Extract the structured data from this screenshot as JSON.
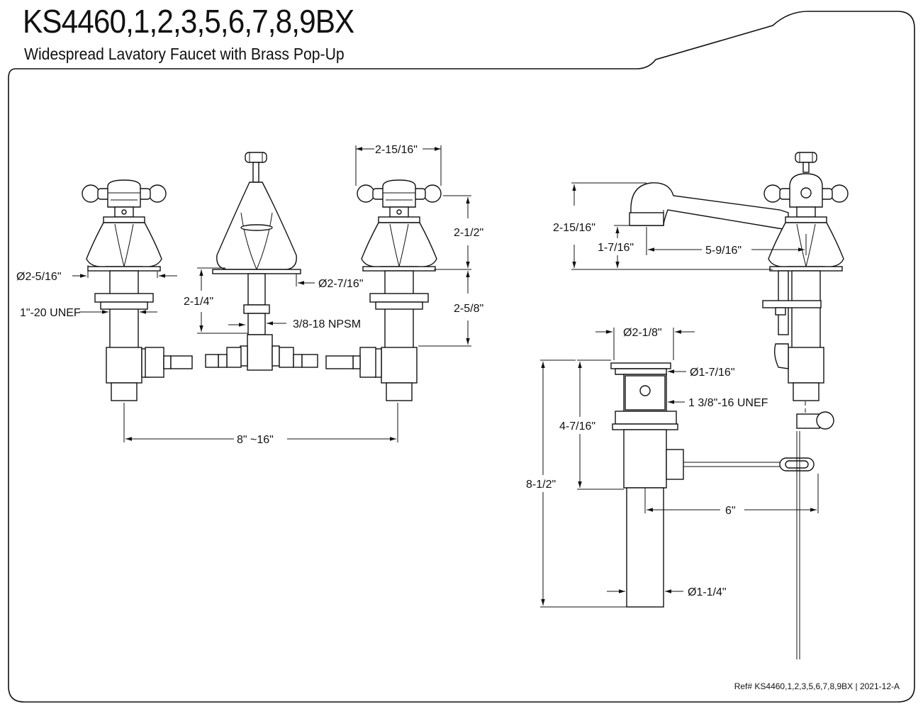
{
  "header": {
    "model": "KS4460,1,2,3,5,6,7,8,9BX",
    "description": "Widespread Lavatory Faucet with Brass Pop-Up"
  },
  "footer": {
    "reference": "Ref# KS4460,1,2,3,5,6,7,8,9BX | 2021-12-A"
  },
  "front_view": {
    "handle_width": "2-15/16\"",
    "handle_height": "2-1/2\"",
    "shank_length_handle": "2-5/8\"",
    "handle_base_diameter": "Ø2-5/16\"",
    "handle_thread": "1\"-20 UNEF",
    "spout_shank_length": "2-1/4\"",
    "spout_base_diameter": "Ø2-7/16\"",
    "spout_thread": "3/8-18 NPSM",
    "center_spread": "8\" ~16\""
  },
  "side_view": {
    "faucet_height": "2-15/16\"",
    "spout_clearance": "1-7/16\"",
    "spout_reach": "5-9/16\"",
    "drain_flange_diameter": "Ø2-1/8\"",
    "drain_body_diameter": "Ø1-7/16\"",
    "drain_thread": "1 3/8\"-16 UNEF",
    "drain_body_length": "4-7/16\"",
    "overall_drain_length": "8-1/2\"",
    "pivot_rod_length": "6\"",
    "tailpiece_diameter": "Ø1-1/4\""
  },
  "colors": {
    "line": "#111111",
    "background": "#ffffff"
  }
}
